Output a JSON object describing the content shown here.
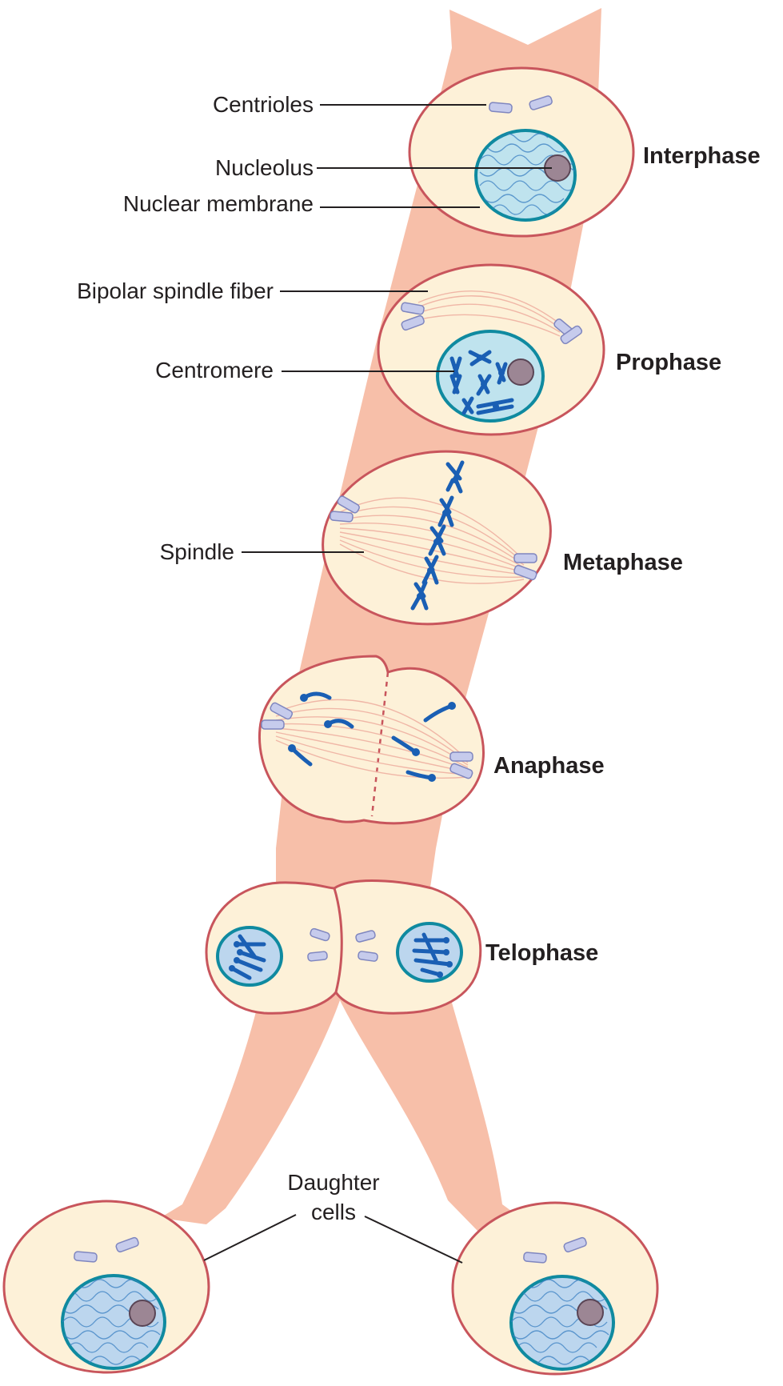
{
  "labels": {
    "centrioles": "Centrioles",
    "nucleolus": "Nucleolus",
    "nuclear_membrane": "Nuclear membrane",
    "bipolar_spindle_fiber": "Bipolar spindle fiber",
    "centromere": "Centromere",
    "spindle": "Spindle",
    "daughter_cells_line1": "Daughter",
    "daughter_cells_line2": "cells"
  },
  "phases": {
    "interphase": "Interphase",
    "prophase": "Prophase",
    "metaphase": "Metaphase",
    "anaphase": "Anaphase",
    "telophase": "Telophase"
  },
  "colors": {
    "flow_band": "#f6b8a0",
    "cell_fill": "#fdf1d8",
    "cell_outline": "#c8555c",
    "nucleus_fill": "#bfe3ee",
    "nucleus_outline": "#0f8aa0",
    "chromosome": "#1a5fb4",
    "centriole": "#c6cbec",
    "nucleolus": "#9c8694"
  }
}
